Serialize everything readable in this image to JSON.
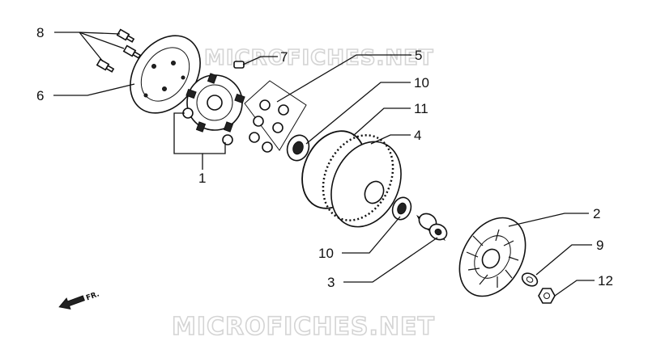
{
  "diagram": {
    "watermark_top": "MICROFICHES.NET",
    "watermark_bottom": "MICROFICHES.NET",
    "direction_label": "FR.",
    "callouts": [
      {
        "id": "c8",
        "label": "8"
      },
      {
        "id": "c7",
        "label": "7"
      },
      {
        "id": "c5",
        "label": "5"
      },
      {
        "id": "c10a",
        "label": "10"
      },
      {
        "id": "c6",
        "label": "6"
      },
      {
        "id": "c11",
        "label": "11"
      },
      {
        "id": "c4",
        "label": "4"
      },
      {
        "id": "c1",
        "label": "1"
      },
      {
        "id": "c2",
        "label": "2"
      },
      {
        "id": "c9",
        "label": "9"
      },
      {
        "id": "c10b",
        "label": "10"
      },
      {
        "id": "c12",
        "label": "12"
      },
      {
        "id": "c3",
        "label": "3"
      }
    ]
  }
}
